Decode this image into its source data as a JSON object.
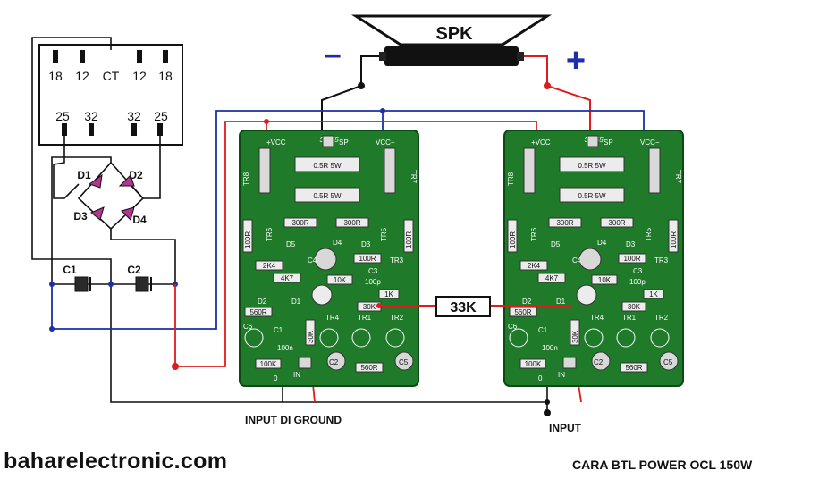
{
  "speaker": {
    "label": "SPK",
    "minus": "−",
    "plus": "+"
  },
  "transformer": {
    "top_taps": [
      "18",
      "12",
      "CT",
      "12",
      "18"
    ],
    "bottom_taps": [
      "25",
      "32",
      "32",
      "25"
    ]
  },
  "bridge": {
    "diodes": [
      "D1",
      "D2",
      "D3",
      "D4"
    ]
  },
  "capacitors": {
    "c1": "C1",
    "c2": "C2"
  },
  "bridge_resistor": "33K",
  "board": {
    "code": "S-055",
    "sp": "SP",
    "vcc_plus": "+VCC",
    "vcc_minus": "VCC−",
    "tr8": "TR8",
    "tr7": "TR7",
    "tr6": "TR6",
    "tr5": "TR5",
    "tr3": "TR3",
    "tr4": "TR4",
    "tr1": "TR1",
    "tr2": "TR2",
    "r05_a": "0.5R 5W",
    "r05_b": "0.5R 5W",
    "r300a": "300R",
    "r300b": "300R",
    "r100l": "100R",
    "r100r": "100R",
    "r100c": "100R",
    "r2k4": "2K4",
    "r4k7": "4K7",
    "r10k": "10K",
    "r1k": "1K",
    "r30k": "30K",
    "r560a": "560R",
    "r560b": "560R",
    "r100k": "100K",
    "r30kv": "30K",
    "d5": "D5",
    "d4": "D4",
    "d3": "D3",
    "d2": "D2",
    "d1": "D1",
    "c4": "C4",
    "c3": "C3",
    "c3v": "100p",
    "c6": "C6",
    "c1": "C1",
    "c1v": "100n",
    "c2": "C2",
    "c5": "C5",
    "in": "IN",
    "zero": "0"
  },
  "labels": {
    "input_ground": "INPUT DI GROUND",
    "input": "INPUT",
    "website": "baharelectronic.com",
    "caption": "CARA BTL POWER OCL 150W"
  },
  "colors": {
    "pcb": "#1f7a2a",
    "wire_black": "#111111",
    "wire_red": "#e01b1b",
    "wire_blue": "#1c2fa8",
    "diode": "#b2358f",
    "speaker_minus": "#1c2fa8",
    "speaker_plus": "#1c2fa8"
  }
}
